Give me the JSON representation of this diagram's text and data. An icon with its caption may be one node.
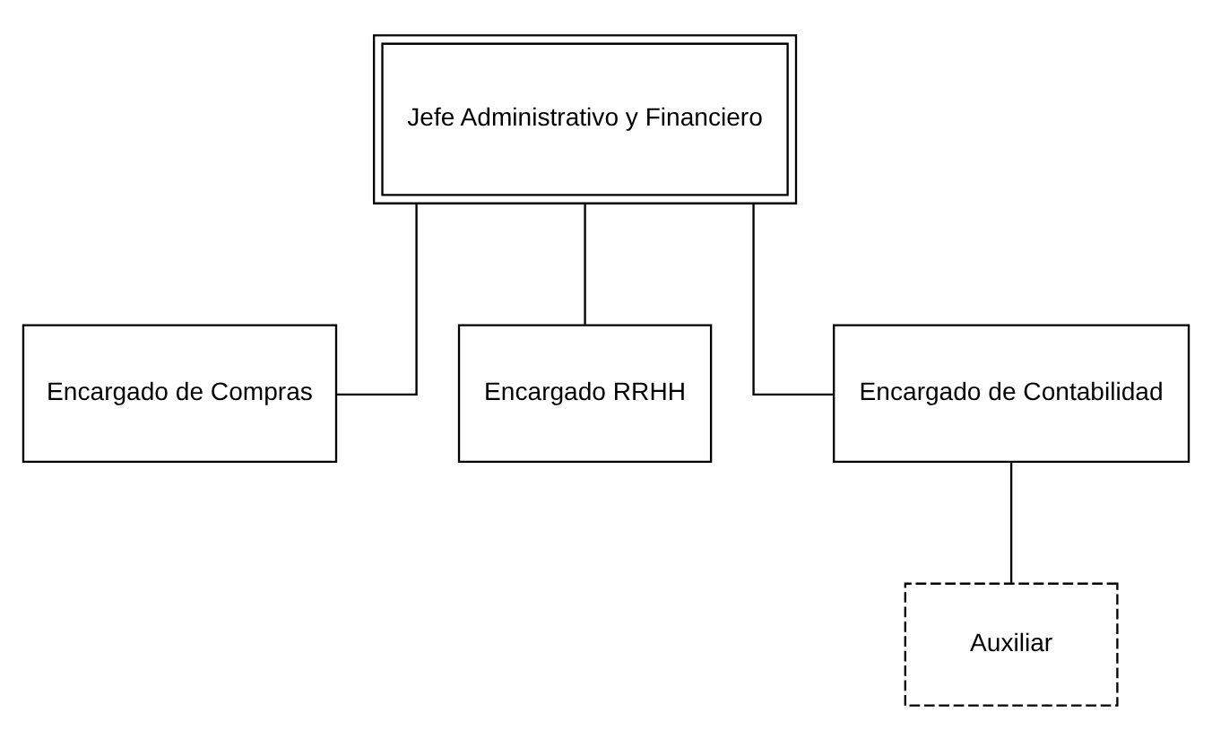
{
  "diagram": {
    "nodes": [
      {
        "text": [
          "Jefe Administrativo y Financiero"
        ]
      },
      {
        "text": [
          "Encargado de Compras"
        ]
      },
      {
        "text": [
          "Encargado RRHH"
        ]
      },
      {
        "text": [
          "Encargado de Contabilidad"
        ]
      },
      {
        "text": [
          "Auxiliar"
        ]
      }
    ],
    "edges": [
      {
        "from": 0,
        "to": 1,
        "arrow": "none"
      },
      {
        "from": 0,
        "to": 2,
        "arrow": "none"
      },
      {
        "from": 0,
        "to": 3,
        "arrow": "none"
      },
      {
        "from": 3,
        "to": 4,
        "arrow": "none"
      }
    ]
  }
}
